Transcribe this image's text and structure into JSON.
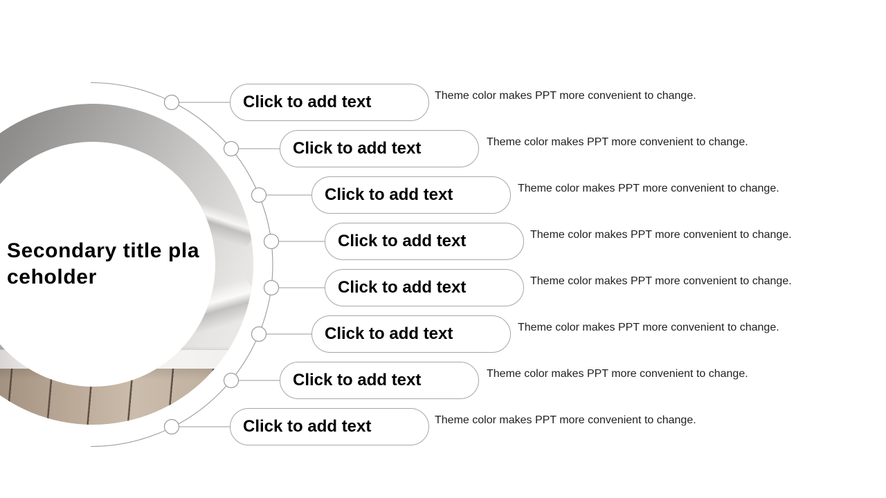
{
  "title": {
    "lines": [
      "Secondary title pla",
      "ceholder"
    ]
  },
  "items": [
    {
      "label": "Click to add text",
      "description": "Theme color makes PPT more convenient to change."
    },
    {
      "label": "Click to add text",
      "description": "Theme color makes PPT more convenient to change."
    },
    {
      "label": "Click to add text",
      "description": "Theme color makes PPT more convenient to change."
    },
    {
      "label": "Click to add text",
      "description": "Theme color makes PPT more convenient to change."
    },
    {
      "label": "Click to add text",
      "description": "Theme color makes PPT more convenient to change."
    },
    {
      "label": "Click to add text",
      "description": "Theme color makes PPT more convenient to change."
    },
    {
      "label": "Click to add text",
      "description": "Theme color makes PPT more convenient to change."
    },
    {
      "label": "Click to add text",
      "description": "Theme color makes PPT more convenient to change."
    }
  ],
  "colors": {
    "connector_line": "#9a9a9a",
    "pill_border": "#a6a6a6",
    "pill_background": "#ffffff",
    "label_text": "#000000",
    "description_text": "#1f1f1f",
    "title_text": "#000000",
    "wall_dark": "#7f7f7f",
    "wall_light": "#edebe9",
    "baseboard": "#f6f4f2",
    "wood": "#baa897",
    "wood_gap": "#4a3f35"
  }
}
